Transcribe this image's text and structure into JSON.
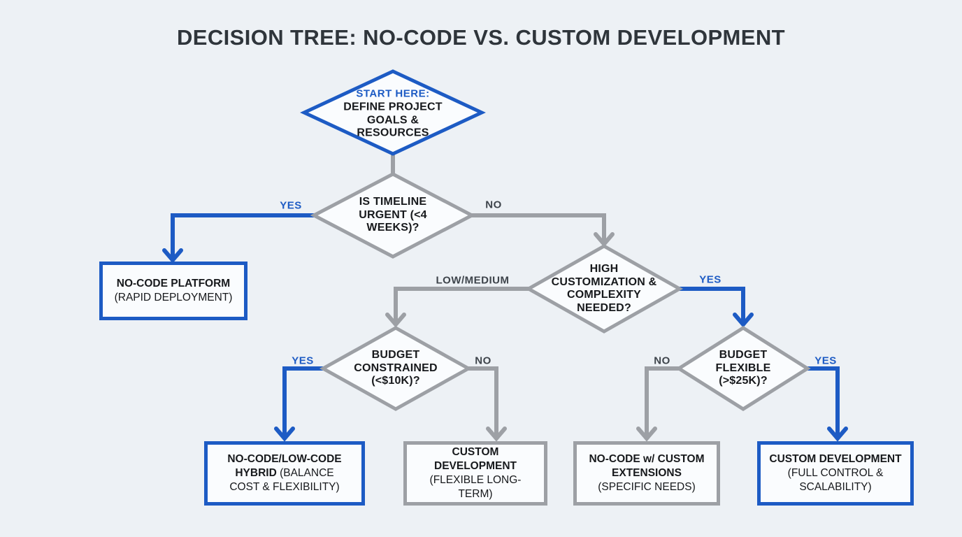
{
  "title": "DECISION TREE: NO-CODE VS. CUSTOM DEVELOPMENT",
  "colors": {
    "accent_blue": "#1d5bc4",
    "line_gray": "#9da0a5",
    "background": "#edf1f5",
    "title_text": "#2f353b",
    "body_text": "#17191c"
  },
  "nodes": {
    "start": {
      "header": "START HERE:",
      "label": "DEFINE PROJECT GOALS & RESOURCES"
    },
    "timeline": {
      "label": "IS TIMELINE URGENT (<4 WEEKS)?"
    },
    "customization": {
      "label": "HIGH CUSTOMIZATION & COMPLEXITY NEEDED?"
    },
    "budget_constrained": {
      "label": "BUDGET CONSTRAINED (<$10K)?"
    },
    "budget_flexible": {
      "label": "BUDGET FLEXIBLE (>$25K)?"
    }
  },
  "edge_labels": {
    "timeline_yes": "YES",
    "timeline_no": "NO",
    "customization_low": "LOW/MEDIUM",
    "customization_yes": "YES",
    "budget_constrained_yes": "YES",
    "budget_constrained_no": "NO",
    "budget_flexible_no": "NO",
    "budget_flexible_yes": "YES"
  },
  "outcomes": {
    "no_code_platform": {
      "label": "NO-CODE PLATFORM",
      "sublabel": "(RAPID DEPLOYMENT)"
    },
    "hybrid": {
      "label": "NO-CODE/LOW-CODE HYBRID",
      "sublabel": "(BALANCE COST & FLEXIBILITY)"
    },
    "custom_long_term": {
      "label": "CUSTOM DEVELOPMENT",
      "sublabel": "(FLEXIBLE LONG-TERM)"
    },
    "no_code_extensions": {
      "label": "NO-CODE w/ CUSTOM EXTENSIONS",
      "sublabel": "(SPECIFIC NEEDS)"
    },
    "custom_full_control": {
      "label": "CUSTOM DEVELOPMENT",
      "sublabel": "(FULL CONTROL & SCALABILITY)"
    }
  }
}
